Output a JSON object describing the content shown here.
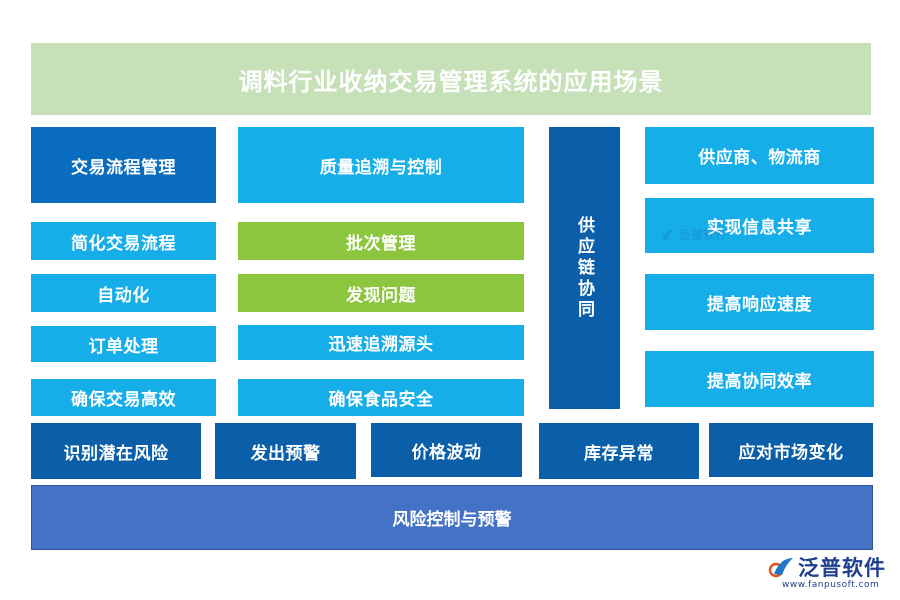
{
  "title": "调料行业收纳交易管理系统的应用场景",
  "left_column": {
    "header": "交易流程管理",
    "items": [
      "简化交易流程",
      "自动化",
      "订单处理",
      "确保交易高效"
    ]
  },
  "middle_column": {
    "header": "质量追溯与控制",
    "items": [
      "批次管理",
      "发现问题",
      "迅速追溯源头",
      "确保食品安全"
    ]
  },
  "supply_chain": {
    "label": "供应链协同",
    "items": [
      "供应商、物流商",
      "实现信息共享",
      "提高响应速度",
      "提高协同效率"
    ]
  },
  "risk_row": [
    "识别潜在风险",
    "发出预警",
    "价格波动",
    "库存异常",
    "应对市场变化"
  ],
  "bottom_bar": "风险控制与预警",
  "watermark": "泛普软件",
  "logo": {
    "name": "泛普软件",
    "url": "www.fanpusoft.com"
  },
  "colors": {
    "dark_blue": "#0a6cbf",
    "light_blue": "#15aee9",
    "green": "#8cc63f",
    "navy": "#0a5fa8",
    "title_bg": "#c6e0b8",
    "bottom_bg": "#4472c4"
  }
}
